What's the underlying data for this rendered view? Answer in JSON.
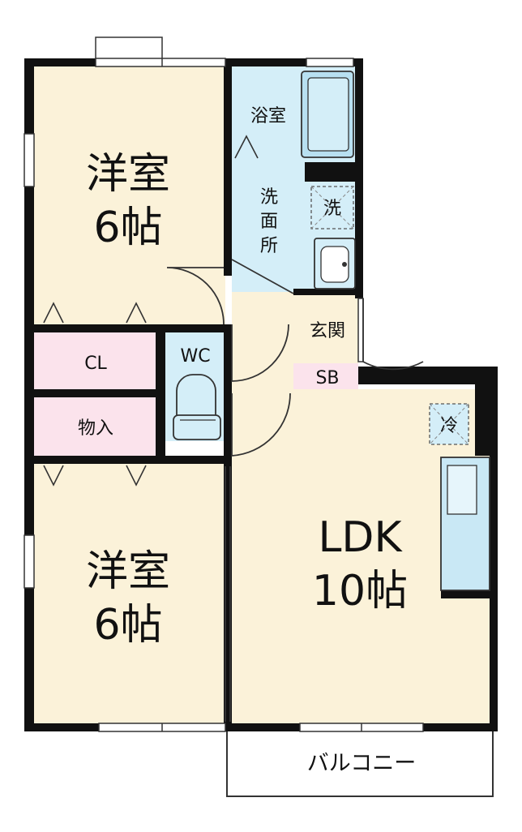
{
  "colors": {
    "room_beige": "#fbf2d9",
    "storage_pink": "#fbe3ec",
    "wet_area_blue": "#d4eef8",
    "wall": "#111111",
    "line": "#333333"
  },
  "rooms": {
    "western_room_top": {
      "name": "洋室",
      "size": "6帖"
    },
    "western_room_bottom": {
      "name": "洋室",
      "size": "6帖"
    },
    "ldk": {
      "name": "LDK",
      "size": "10帖"
    },
    "bathroom": "浴室",
    "washroom": "洗面所",
    "washer": "洗",
    "entrance": "玄関",
    "shoe_box": "SB",
    "closet": "CL",
    "storage": "物入",
    "toilet": "WC",
    "fridge": "冷",
    "balcony": "バルコニー"
  }
}
